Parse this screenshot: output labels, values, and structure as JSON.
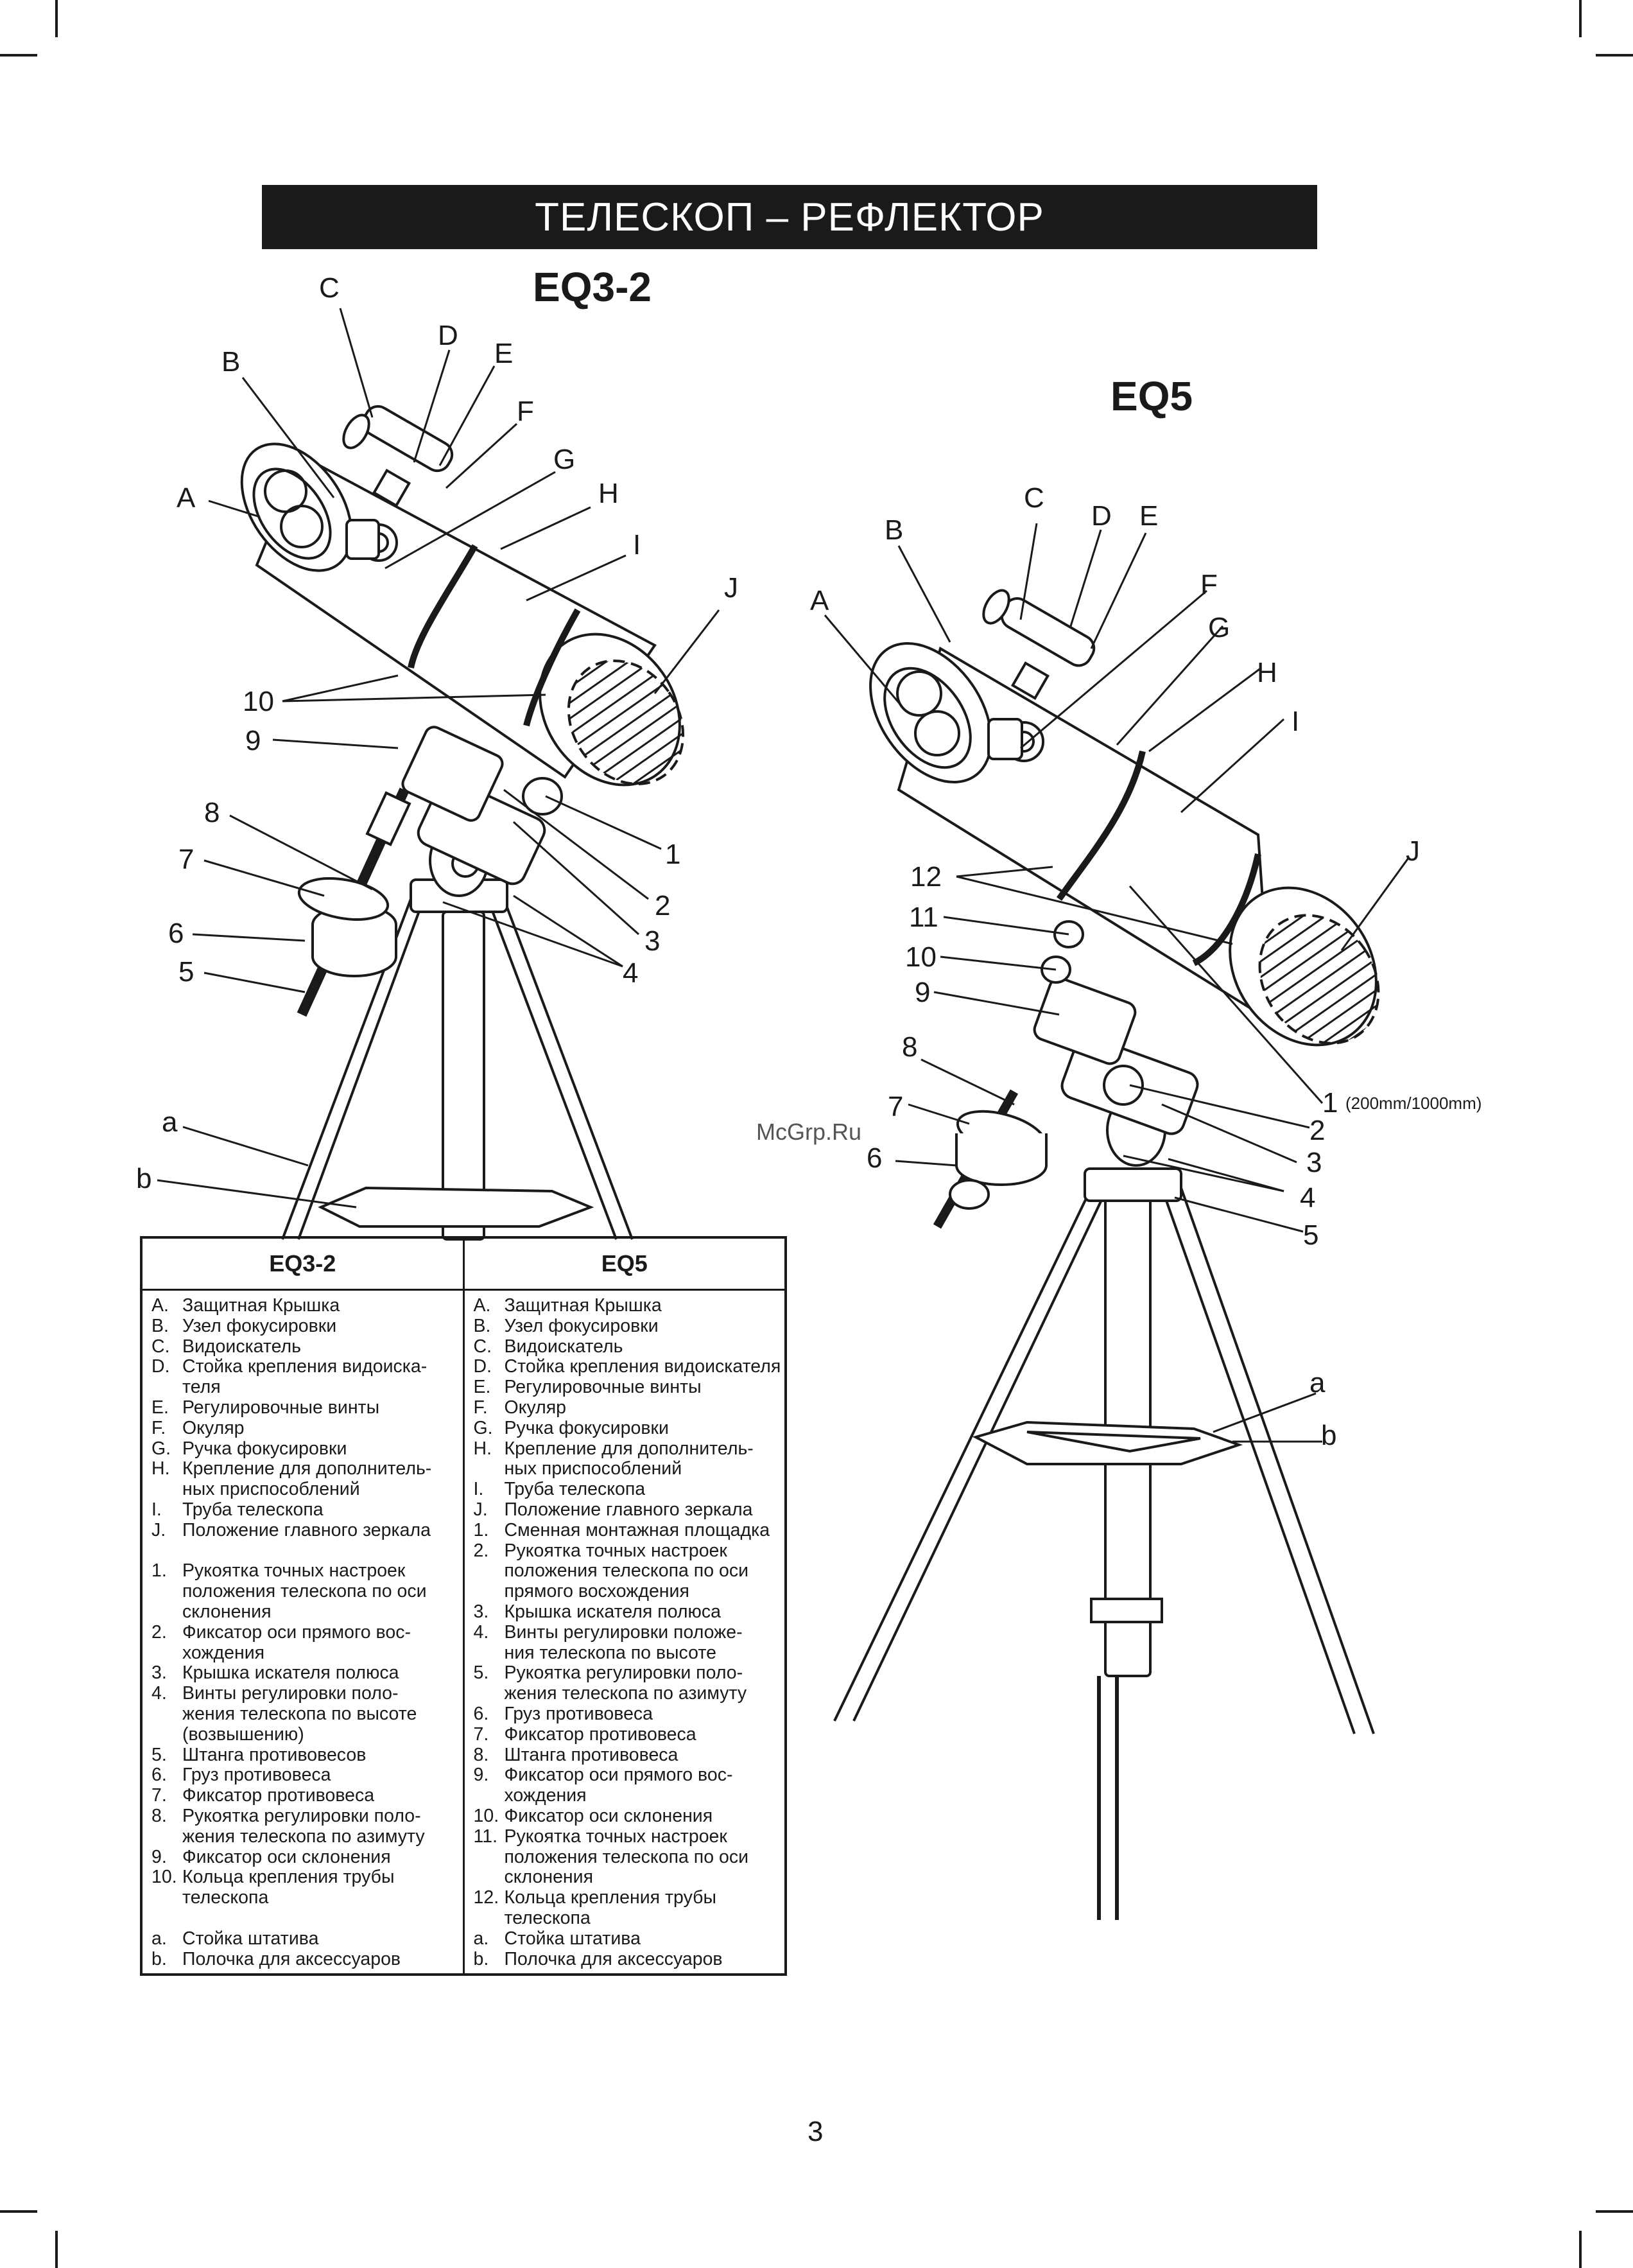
{
  "title": "ТЕЛЕСКОП – РЕФЛЕКТОР",
  "models": {
    "left": "EQ3-2",
    "right": "EQ5"
  },
  "eq3_callouts": [
    "A",
    "B",
    "C",
    "D",
    "E",
    "F",
    "G",
    "H",
    "I",
    "J",
    "10",
    "9",
    "8",
    "7",
    "6",
    "5",
    "1",
    "2",
    "3",
    "4",
    "a",
    "b"
  ],
  "eq5_callouts": [
    "A",
    "B",
    "C",
    "D",
    "E",
    "F",
    "G",
    "H",
    "I",
    "J",
    "12",
    "11",
    "10",
    "9",
    "8",
    "7",
    "6",
    "1",
    "2",
    "3",
    "4",
    "5",
    "a",
    "b"
  ],
  "eq5_note": "(200mm/1000mm)",
  "watermark": "McGrp.Ru",
  "table": {
    "headers": [
      "EQ3-2",
      "EQ5"
    ],
    "eq3": [
      {
        "k": "A.",
        "v": "Защитная Крышка"
      },
      {
        "k": "B.",
        "v": "Узел фокусировки"
      },
      {
        "k": "C.",
        "v": "Видоискатель"
      },
      {
        "k": "D.",
        "v": "Стойка крепления видоиска-"
      },
      {
        "k": "",
        "v": "теля"
      },
      {
        "k": "E.",
        "v": "Регулировочные винты"
      },
      {
        "k": "F.",
        "v": "Окуляр"
      },
      {
        "k": "G.",
        "v": "Ручка фокусировки"
      },
      {
        "k": "H.",
        "v": "Крепление для дополнитель-"
      },
      {
        "k": "",
        "v": "ных приспособлений"
      },
      {
        "k": "I.",
        "v": "Труба телескопа"
      },
      {
        "k": "J.",
        "v": "Положение главного зеркала"
      },
      {
        "k": "",
        "v": ""
      },
      {
        "k": "1.",
        "v": "Рукоятка точных настроек"
      },
      {
        "k": "",
        "v": "положения телескопа по оси"
      },
      {
        "k": "",
        "v": "склонения"
      },
      {
        "k": "2.",
        "v": "Фиксатор оси прямого вос-"
      },
      {
        "k": "",
        "v": "хождения"
      },
      {
        "k": "3.",
        "v": "Крышка искателя полюса"
      },
      {
        "k": "4.",
        "v": "Винты регулировки поло-"
      },
      {
        "k": "",
        "v": "жения телескопа по высоте"
      },
      {
        "k": "",
        "v": "(возвышению)"
      },
      {
        "k": "5.",
        "v": "Штанга противовесов"
      },
      {
        "k": "6.",
        "v": "Груз противовеса"
      },
      {
        "k": "7.",
        "v": "Фиксатор противовеса"
      },
      {
        "k": "8.",
        "v": "Рукоятка регулировки поло-"
      },
      {
        "k": "",
        "v": "жения телескопа по азимуту"
      },
      {
        "k": "9.",
        "v": "Фиксатор оси склонения"
      },
      {
        "k": "10.",
        "v": "Кольца крепления трубы"
      },
      {
        "k": "",
        "v": "телескопа"
      },
      {
        "k": "",
        "v": ""
      },
      {
        "k": "a.",
        "v": "Стойка штатива"
      },
      {
        "k": "b.",
        "v": "Полочка для аксессуаров"
      }
    ],
    "eq5": [
      {
        "k": "A.",
        "v": "Защитная Крышка"
      },
      {
        "k": "B.",
        "v": "Узел фокусировки"
      },
      {
        "k": "C.",
        "v": "Видоискатель"
      },
      {
        "k": "D.",
        "v": "Стойка крепления видоискателя"
      },
      {
        "k": "E.",
        "v": "Регулировочные винты"
      },
      {
        "k": "F.",
        "v": "Окуляр"
      },
      {
        "k": "G.",
        "v": "Ручка фокусировки"
      },
      {
        "k": "H.",
        "v": "Крепление для дополнитель-"
      },
      {
        "k": "",
        "v": "ных приспособлений"
      },
      {
        "k": "I.",
        "v": "Труба телескопа"
      },
      {
        "k": "J.",
        "v": "Положение главного зеркала"
      },
      {
        "k": "1.",
        "v": "Сменная монтажная площадка"
      },
      {
        "k": "2.",
        "v": "Рукоятка точных настроек"
      },
      {
        "k": "",
        "v": "положения телескопа по оси"
      },
      {
        "k": "",
        "v": "прямого восхождения"
      },
      {
        "k": "3.",
        "v": "Крышка искателя полюса"
      },
      {
        "k": "4.",
        "v": "Винты регулировки положе-"
      },
      {
        "k": "",
        "v": "ния телескопа по высоте"
      },
      {
        "k": "5.",
        "v": "Рукоятка регулировки поло-"
      },
      {
        "k": "",
        "v": "жения телескопа по азимуту"
      },
      {
        "k": "6.",
        "v": "Груз противовеса"
      },
      {
        "k": "7.",
        "v": "Фиксатор противовеса"
      },
      {
        "k": "8.",
        "v": "Штанга противовеса"
      },
      {
        "k": "9.",
        "v": "Фиксатор оси прямого вос-"
      },
      {
        "k": "",
        "v": "хождения"
      },
      {
        "k": "10.",
        "v": "Фиксатор оси склонения"
      },
      {
        "k": "11.",
        "v": "Рукоятка точных настроек"
      },
      {
        "k": "",
        "v": "положения телескопа по оси"
      },
      {
        "k": "",
        "v": "склонения"
      },
      {
        "k": "12.",
        "v": "Кольца крепления трубы"
      },
      {
        "k": "",
        "v": "телескопа"
      },
      {
        "k": "a.",
        "v": "Стойка штатива"
      },
      {
        "k": "b.",
        "v": "Полочка для аксессуаров"
      }
    ]
  },
  "page_number": "3"
}
